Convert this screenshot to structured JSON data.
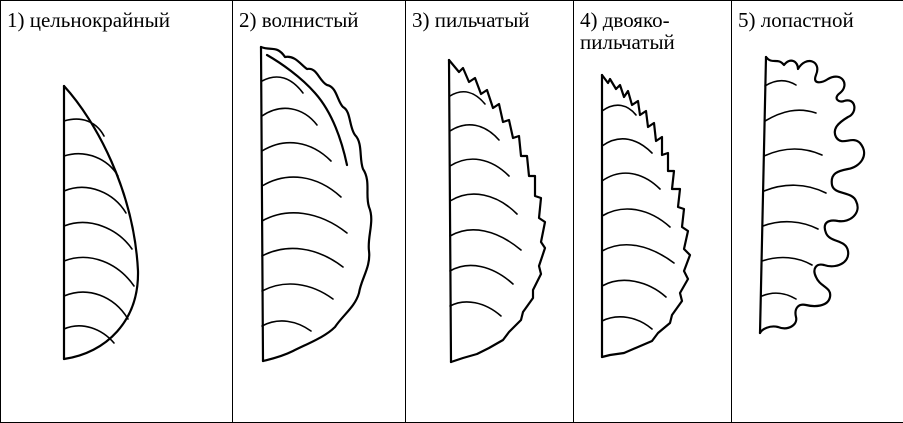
{
  "leaf_types": [
    {
      "label": "1) цельнокрайный",
      "line2": ""
    },
    {
      "label": "2) волнистый",
      "line2": ""
    },
    {
      "label": "3) пильчатый",
      "line2": ""
    },
    {
      "label": "4) двояко-",
      "line2": "пильчатый"
    },
    {
      "label": "5) лопастной",
      "line2": ""
    }
  ]
}
